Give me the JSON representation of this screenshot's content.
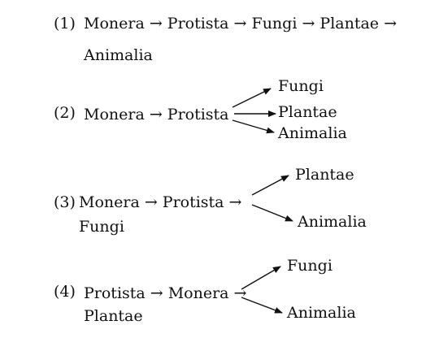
{
  "options": [
    {
      "number": "(1)",
      "line1": "Monera → Protista → Fungi → Plantae →",
      "line2": "Animalia"
    },
    {
      "number": "(2)",
      "stem": "Monera → Protista",
      "branches": [
        "Fungi",
        "Plantae",
        "Animalia"
      ]
    },
    {
      "number": "(3)",
      "stem": "Monera → Protista →",
      "line2": "Fungi",
      "branches": [
        "Plantae",
        "Animalia"
      ]
    },
    {
      "number": "(4)",
      "stem": "Protista → Monera →",
      "line2": "Plantae",
      "branches": [
        "Fungi",
        "Animalia"
      ]
    }
  ]
}
